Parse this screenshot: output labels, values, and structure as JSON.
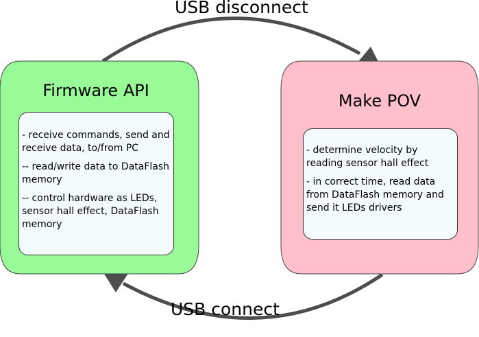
{
  "arrows": {
    "top_label": "USB disconnect",
    "bottom_label": "USB connect"
  },
  "boxes": [
    {
      "title": "Firmware API",
      "fill_color": "#98fb98",
      "items": [
        "- receive commands, send and receive data, to/from PC",
        "-- read/write data to DataFlash memory",
        "-- control hardware as LEDs, sensor hall effect, DataFlash memory"
      ]
    },
    {
      "title": "Make POV",
      "fill_color": "#ffc0cb",
      "items": [
        "- determine velocity by reading sensor hall effect",
        "- in correct time, read data from DataFlash memory and send it LEDs drivers"
      ]
    }
  ],
  "colors": {
    "arrow": "#4d4d4d",
    "inner_box_fill": "#f3fbfd",
    "outline": "#333333"
  }
}
